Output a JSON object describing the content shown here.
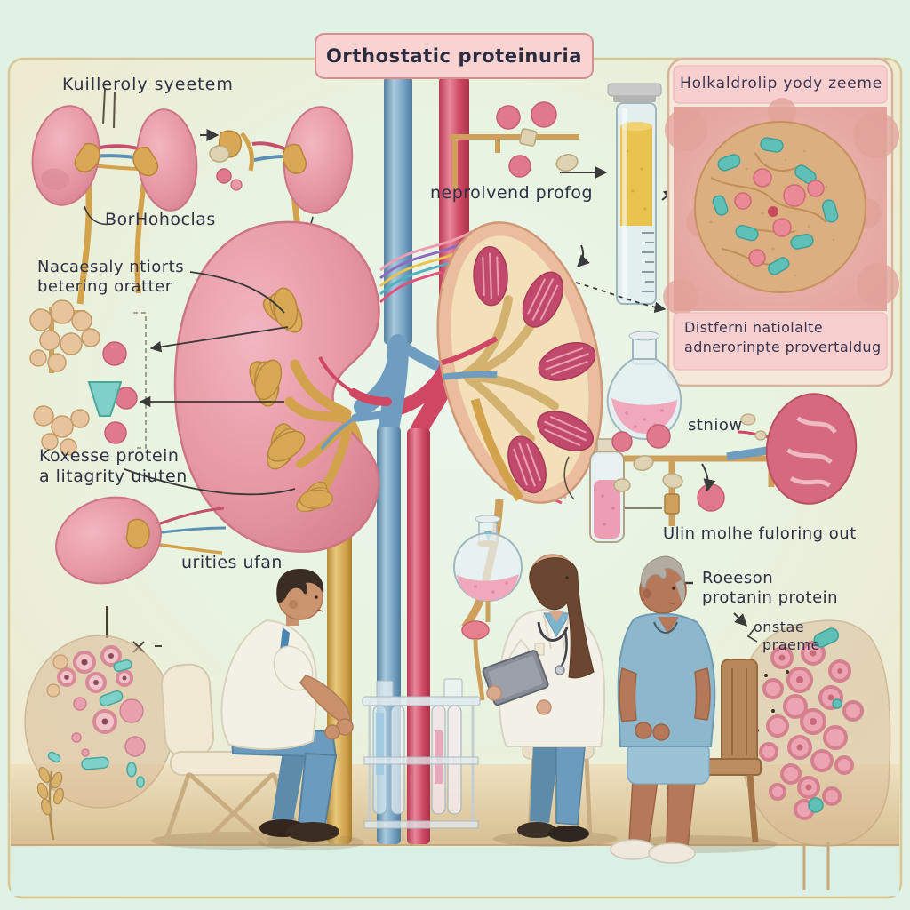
{
  "palette": {
    "background_mint": "#e0f1e5",
    "panel_cream": "#efe9cf",
    "panel_border": "#d6c896",
    "title_box_bg": "#f9d2d2",
    "title_box_border": "#d48f8f",
    "label_text": "#2e3044",
    "kidney_pink": "#e89aa6",
    "kidney_dark": "#c96a7c",
    "pelvis_gold": "#d8a855",
    "artery_red": "#cf4763",
    "vein_blue": "#6f9dbf",
    "ureter_gold": "#d2a24c",
    "histology_teal": "#5fc0b8",
    "histology_pink": "#e98a96",
    "urine_yellow": "#e8c44e",
    "flask_pink": "#f0a8bc",
    "floor_tan": "#e4d3ab",
    "scrub_blue": "#8db7cd",
    "coat_white": "#f3f0e8"
  },
  "title_banner": {
    "text": "Orthostatic proteinuria"
  },
  "annotations": {
    "kidney_system": "Kuilleroly syeetem",
    "borhohoclas": "BorHohoclas",
    "nacaesaly_line1": "Nacaesaly ntiorts",
    "nacaesaly_line2": "betering oratter",
    "koxesse_line1": "Koxesse protein",
    "koxesse_line2": "a litagrity uiuten",
    "urities": "urities ufan",
    "neprolvend": "neprolvend profog",
    "stniow": "stniow",
    "ulin": "Ulin molhe fuloring out",
    "roeeson_line1": "Roeeson",
    "roeeson_line2": "protanin protein",
    "onstae_line1": "onstae",
    "onstae_line2": "praeme"
  },
  "right_card": {
    "title": "Holkaldrolip yody zeeme",
    "caption_line1": "Distferni natiolalte",
    "caption_line2": "adnerorinpte provertaldug"
  },
  "illustration_elements": [
    "kidney-pair-sequence",
    "large-kidney-cutaway",
    "kidney-cross-section",
    "renal-artery-tube",
    "renal-vein-tube",
    "ureter-tube",
    "graduated-cylinder-urine",
    "histology-glomerulus-inset",
    "round-flask-pink",
    "protein-molecule-cluster",
    "urine-collection-vial",
    "seated-patient",
    "female-doctor-with-tablet",
    "elderly-patient",
    "test-tube-rack",
    "cell-cluster-left",
    "cell-cluster-right"
  ]
}
